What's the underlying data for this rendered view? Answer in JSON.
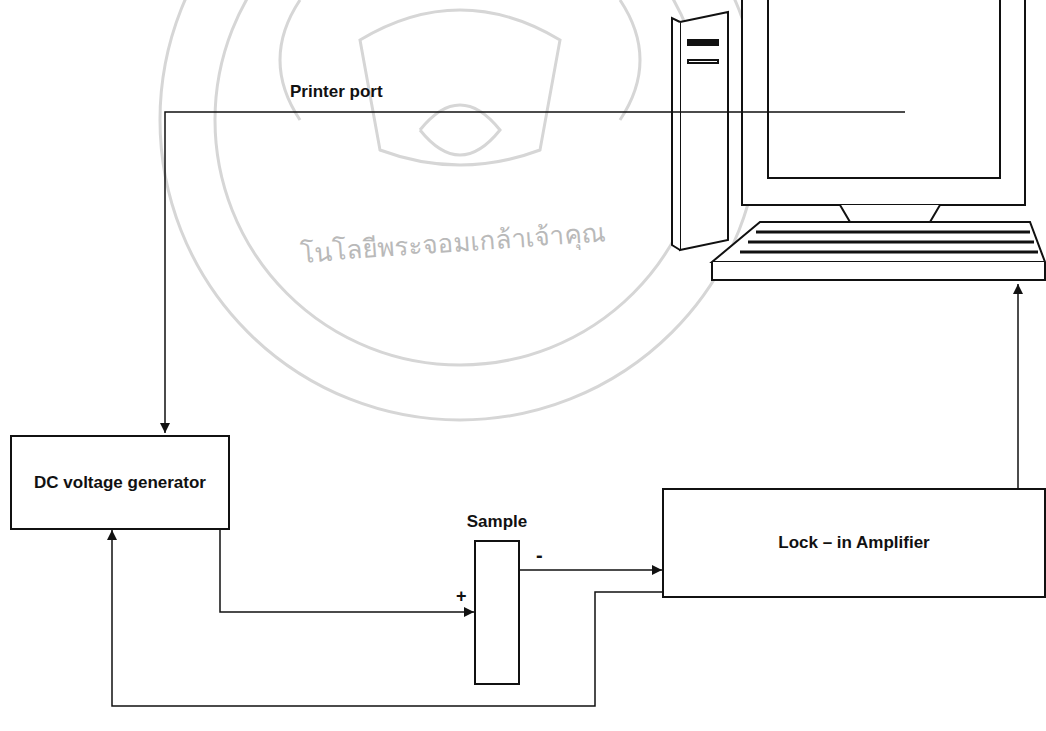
{
  "diagram": {
    "nodes": [
      {
        "text": [
          "DC voltage generator"
        ]
      },
      {
        "text": [
          "Sample"
        ]
      },
      {
        "text": [
          "Lock – in Amplifier"
        ]
      }
    ],
    "edges": [
      {
        "from": 0,
        "to": 1,
        "arrow": "to"
      },
      {
        "from": 1,
        "to": 2,
        "arrow": "to"
      },
      {
        "from": 2,
        "to": 0,
        "arrow": "to"
      }
    ],
    "labels": [
      "Printer port",
      "+",
      "-",
      "โนโลยีพระจอมเกล้าเจ้าคุณ"
    ]
  }
}
